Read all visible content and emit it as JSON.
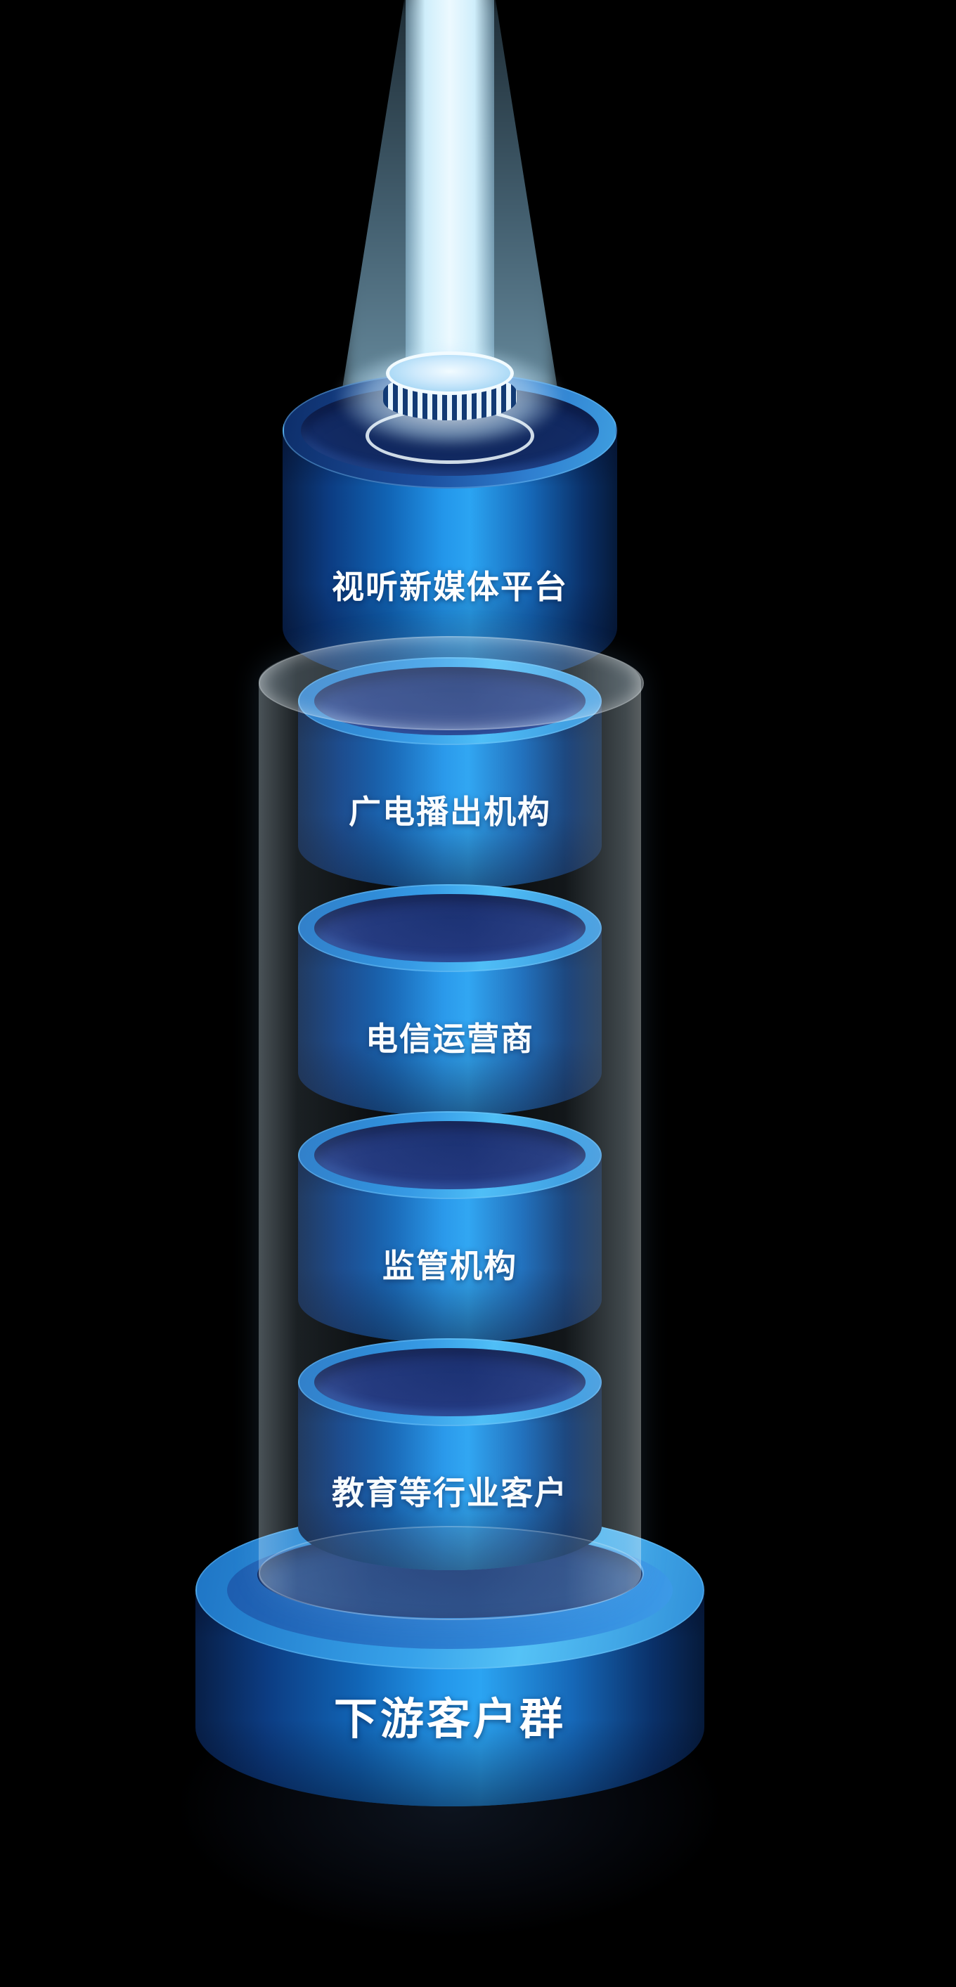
{
  "diagram": {
    "layers": [
      {
        "label": "视听新媒体平台"
      },
      {
        "label": "广电播出机构"
      },
      {
        "label": "电信运营商"
      },
      {
        "label": "监管机构"
      },
      {
        "label": "教育等行业客户"
      }
    ],
    "base_label": "下游客户群",
    "colors": {
      "background": "#000000",
      "cylinder_dark": "#081f47",
      "cylinder_mid": "#1165b6",
      "cylinder_bright": "#2ba4f2",
      "top_inner_indigo": "#1b2f77",
      "beam_light": "#ecf9ff",
      "glass_tint": "rgba(190,228,252,0.18)",
      "text": "#ffffff"
    }
  }
}
